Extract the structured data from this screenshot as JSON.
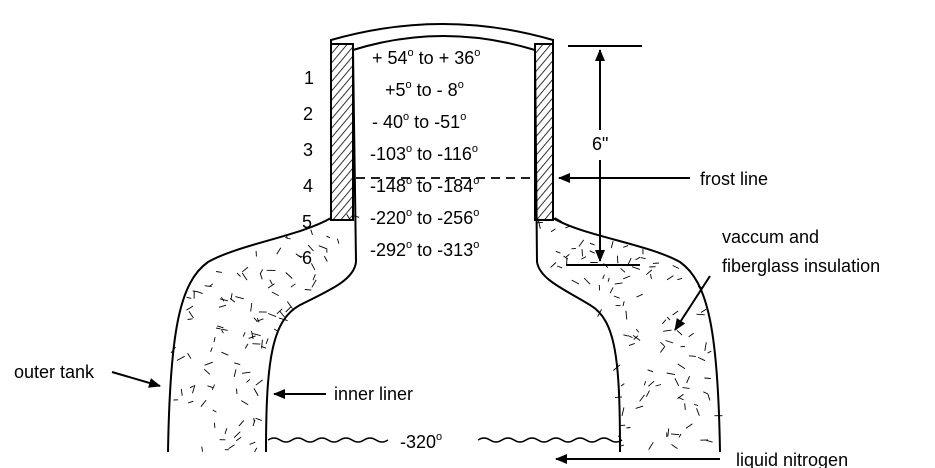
{
  "labels": {
    "height": "6\"",
    "frost_line": "frost line",
    "insulation_line1": "vaccum and",
    "insulation_line2": "fiberglass insulation",
    "outer_tank": "outer tank",
    "inner_liner": "inner liner",
    "liquid_nitrogen": "liquid nitrogen",
    "bottom_temp": "-320",
    "degree": "o"
  },
  "zones": [
    "1",
    "2",
    "3",
    "4",
    "5",
    "6"
  ],
  "temperatures": [
    {
      "a": "+ 54",
      "sep": " to ",
      "b": "+ 36"
    },
    {
      "a": "+5",
      "sep": " to ",
      "b": "- 8"
    },
    {
      "a": "- 40",
      "sep": " to ",
      "b": "-51"
    },
    {
      "a": "-103",
      "sep": " to ",
      "b": "-116"
    },
    {
      "a": "-148",
      "sep": " to ",
      "b": "-184"
    },
    {
      "a": "-220",
      "sep": " to ",
      "b": "-256"
    },
    {
      "a": "-292",
      "sep": " to ",
      "b": "-313"
    }
  ],
  "colors": {
    "ink": "#000000",
    "paper": "#ffffff"
  }
}
